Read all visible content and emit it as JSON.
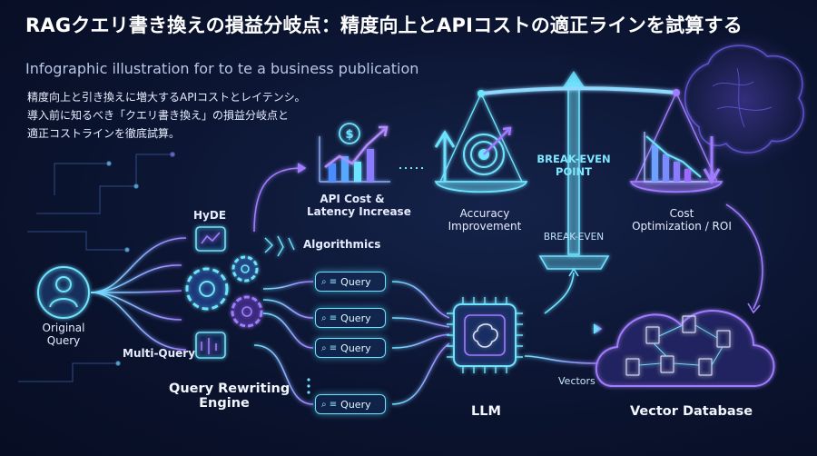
{
  "header": {
    "title": "RAGクエリ書き換えの損益分岐点：精度向上とAPIコストの適正ラインを試算する",
    "subtitle": "Infographic illustration for to te a business publication",
    "description": [
      "精度向上と引き換えに増大するAPIコストとレイテンシ。",
      "導入前に知るべき「クエリ書き換え」の損益分岐点と",
      "適正コストラインを徹底試算。"
    ]
  },
  "diagram": {
    "original_query": [
      "Original",
      "Query"
    ],
    "hyde": "HyDE",
    "algorithmics": "Algorithmics",
    "multi_query": "Multi-Query",
    "engine": [
      "Query Rewriting",
      "Engine"
    ],
    "api_cost": [
      "API Cost &",
      "Latency Increase"
    ],
    "queries": [
      "Query",
      "Query",
      "Query",
      "Query"
    ],
    "llm": "LLM",
    "vectors": "Vectors",
    "vector_db": "Vector Database",
    "accuracy": [
      "Accuracy",
      "Improvement"
    ],
    "break_even_top": [
      "BREAK-EVEN",
      "POINT"
    ],
    "break_even_small": "BREAK-EVEN",
    "cost": [
      "Cost",
      "Optimization / ROI"
    ]
  },
  "colors": {
    "cyan": "#6ee3ff",
    "purple": "#a07cff",
    "background": "#0b1430"
  }
}
